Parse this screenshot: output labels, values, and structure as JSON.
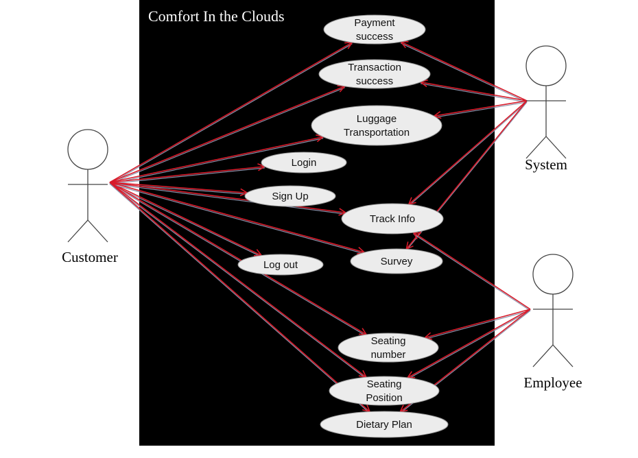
{
  "diagram": {
    "type": "uml-use-case",
    "system_name": "Comfort In the Clouds",
    "colors": {
      "boundary": "#000000",
      "use_case_fill": "#ececec",
      "association": "#d81b2a"
    },
    "actors": [
      {
        "id": "customer",
        "label": "Customer"
      },
      {
        "id": "system",
        "label": "System"
      },
      {
        "id": "employee",
        "label": "Employee"
      }
    ],
    "use_cases": [
      {
        "id": "payment",
        "lines": [
          "Payment",
          "success"
        ]
      },
      {
        "id": "transaction",
        "lines": [
          "Transaction",
          "success"
        ]
      },
      {
        "id": "luggage",
        "lines": [
          "Luggage",
          "Transportation"
        ]
      },
      {
        "id": "login",
        "lines": [
          "Login"
        ]
      },
      {
        "id": "signup",
        "lines": [
          "Sign Up"
        ]
      },
      {
        "id": "track",
        "lines": [
          "Track Info"
        ]
      },
      {
        "id": "logout",
        "lines": [
          "Log out"
        ]
      },
      {
        "id": "survey",
        "lines": [
          "Survey"
        ]
      },
      {
        "id": "seatnum",
        "lines": [
          "Seating",
          "number"
        ]
      },
      {
        "id": "seatpos",
        "lines": [
          "Seating",
          "Position"
        ]
      },
      {
        "id": "dietary",
        "lines": [
          "Dietary Plan"
        ]
      }
    ],
    "associations": [
      {
        "from": "customer",
        "to": "payment"
      },
      {
        "from": "customer",
        "to": "transaction"
      },
      {
        "from": "customer",
        "to": "luggage"
      },
      {
        "from": "customer",
        "to": "login"
      },
      {
        "from": "customer",
        "to": "signup"
      },
      {
        "from": "customer",
        "to": "track"
      },
      {
        "from": "customer",
        "to": "logout"
      },
      {
        "from": "customer",
        "to": "survey"
      },
      {
        "from": "customer",
        "to": "seatnum"
      },
      {
        "from": "customer",
        "to": "seatpos"
      },
      {
        "from": "customer",
        "to": "dietary"
      },
      {
        "from": "system",
        "to": "payment"
      },
      {
        "from": "system",
        "to": "transaction"
      },
      {
        "from": "system",
        "to": "luggage"
      },
      {
        "from": "system",
        "to": "track"
      },
      {
        "from": "system",
        "to": "survey"
      },
      {
        "from": "employee",
        "to": "track"
      },
      {
        "from": "employee",
        "to": "seatnum"
      },
      {
        "from": "employee",
        "to": "seatpos"
      },
      {
        "from": "employee",
        "to": "dietary"
      }
    ]
  }
}
